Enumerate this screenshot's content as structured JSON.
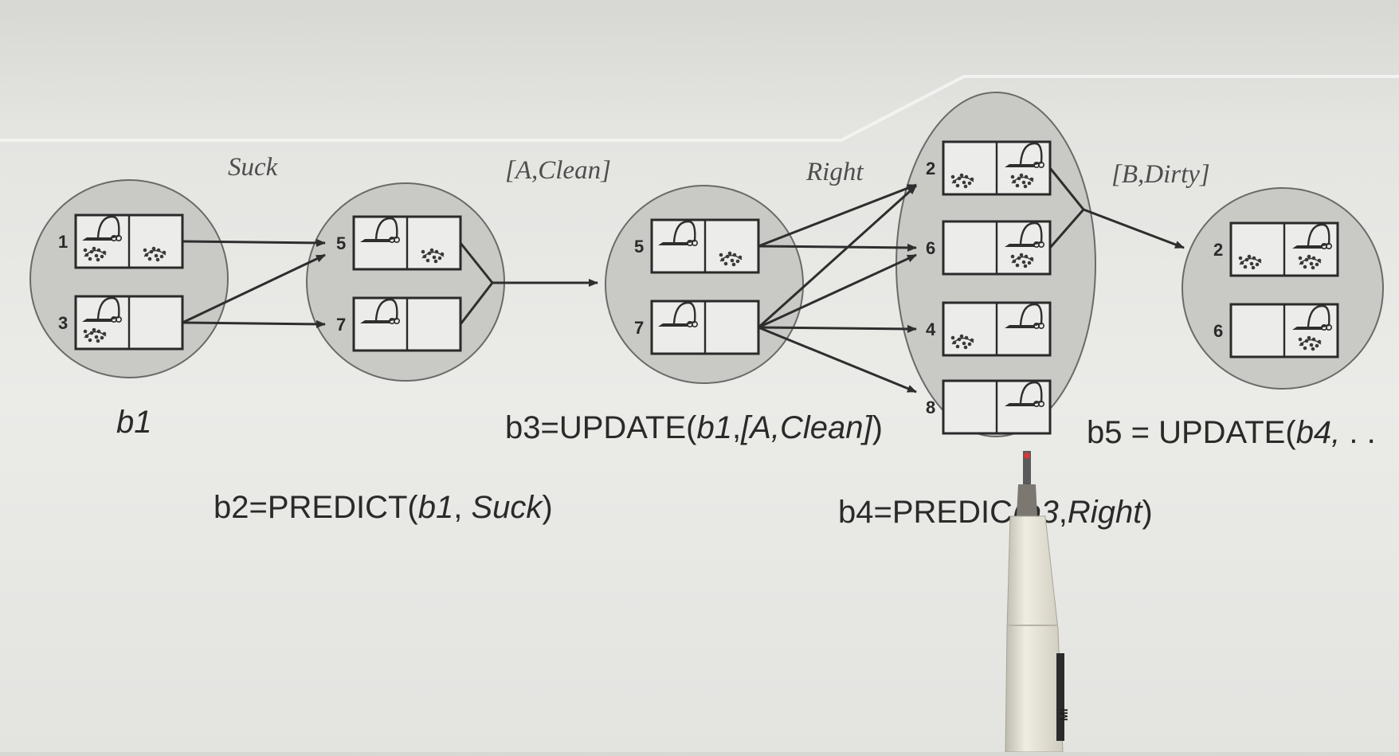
{
  "labels": {
    "suck": "Suck",
    "a_clean": "[A,Clean]",
    "right": "Right",
    "b_dirty": "[B,Dirty]"
  },
  "formulas": {
    "b1": "b1",
    "b2_prefix": "b2=PREDICT(",
    "b2_arg1": "b1",
    "b2_sep": ", ",
    "b2_arg2": "Suck",
    "b2_suffix": ")",
    "b3_prefix": "b3=UPDATE(",
    "b3_arg1": "b1",
    "b3_sep": ",",
    "b3_arg2": "[A,Clean]",
    "b3_suffix": ")",
    "b4_prefix": "b4=PREDIC",
    "b4_arg1": "(b3",
    "b4_sep": ",",
    "b4_arg2": "Right",
    "b4_suffix": ")",
    "b5_prefix": "b5 = UPDATE(",
    "b5_arg1": "b4,",
    "b5_tail": " . ."
  },
  "belief_states": [
    {
      "id": "b1",
      "states": [
        {
          "num": "1",
          "vacuum": "A",
          "dirtA": true,
          "dirtB": true
        },
        {
          "num": "3",
          "vacuum": "A",
          "dirtA": true,
          "dirtB": false
        }
      ]
    },
    {
      "id": "b2",
      "states": [
        {
          "num": "5",
          "vacuum": "A",
          "dirtA": false,
          "dirtB": true
        },
        {
          "num": "7",
          "vacuum": "A",
          "dirtA": false,
          "dirtB": false
        }
      ]
    },
    {
      "id": "b3",
      "states": [
        {
          "num": "5",
          "vacuum": "A",
          "dirtA": false,
          "dirtB": true
        },
        {
          "num": "7",
          "vacuum": "A",
          "dirtA": false,
          "dirtB": false
        }
      ]
    },
    {
      "id": "b4",
      "states": [
        {
          "num": "2",
          "vacuum": "B",
          "dirtA": true,
          "dirtB": true
        },
        {
          "num": "6",
          "vacuum": "B",
          "dirtA": false,
          "dirtB": true
        },
        {
          "num": "4",
          "vacuum": "B",
          "dirtA": true,
          "dirtB": false
        },
        {
          "num": "8",
          "vacuum": "B",
          "dirtA": false,
          "dirtB": false
        }
      ]
    },
    {
      "id": "b5",
      "states": [
        {
          "num": "2",
          "vacuum": "B",
          "dirtA": true,
          "dirtB": true
        },
        {
          "num": "6",
          "vacuum": "B",
          "dirtA": false,
          "dirtB": true
        }
      ]
    }
  ],
  "colors": {
    "ellipse_fill": "#c9c9c6",
    "ellipse_stroke": "#6a6a6a",
    "box_fill": "#ececea",
    "line": "#2e2e2e",
    "pen_barrel": "#e6e3d6"
  },
  "pen": {
    "brand_text": "MI"
  }
}
